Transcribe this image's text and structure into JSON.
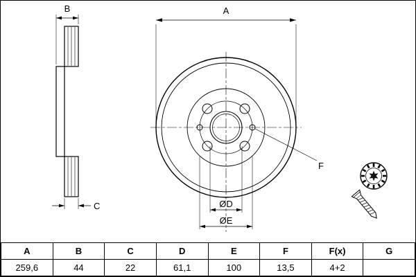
{
  "drawing": {
    "labels": {
      "dim_a": "A",
      "dim_b": "B",
      "dim_c": "C",
      "dim_d": "ØD",
      "dim_e": "ØE",
      "dim_f": "F"
    }
  },
  "table": {
    "headers": [
      "A",
      "B",
      "C",
      "D",
      "E",
      "F",
      "F(x)",
      "G"
    ],
    "values": [
      "259,6",
      "44",
      "22",
      "61,1",
      "100",
      "13,5",
      "4+2",
      ""
    ]
  }
}
